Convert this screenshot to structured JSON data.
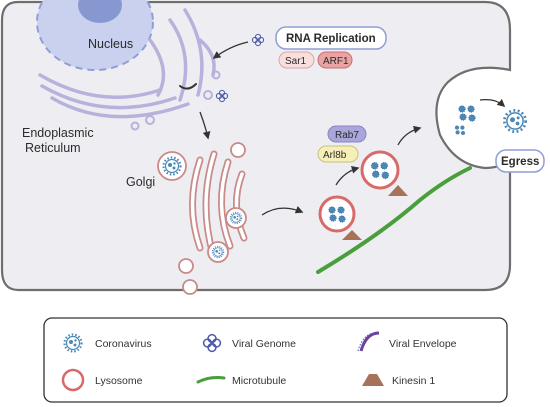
{
  "labels": {
    "nucleus": "Nucleus",
    "er_line1": "Endoplasmic",
    "er_line2": "Reticulum",
    "golgi": "Golgi",
    "rna_replication": "RNA Replication",
    "sar1": "Sar1",
    "arf1": "ARF1",
    "rab7": "Rab7",
    "arl8b": "Arl8b",
    "egress": "Egress"
  },
  "legend": {
    "coronavirus": "Coronavirus",
    "viral_genome": "Viral Genome",
    "viral_envelope": "Viral Envelope",
    "lysosome": "Lysosome",
    "microtubule": "Microtubule",
    "kinesin": "Kinesin 1"
  },
  "colors": {
    "cell_fill": "#eeeef2",
    "cell_stroke": "#6e6e6e",
    "nucleus_fill": "#c9d1ef",
    "nucleus_stroke": "#8f9fd6",
    "er_stroke": "#b6b2dc",
    "golgi_stroke": "#c98a88",
    "lysosome_stroke": "#d96a6a",
    "virus": "#4a88b8",
    "microtubule": "#4a9e3c",
    "kinesin": "#a6735a",
    "rab7": "#a9a6db",
    "arl8b": "#f6f0b8",
    "sar1": "#f9dede",
    "arf1": "#e9a3a3"
  }
}
